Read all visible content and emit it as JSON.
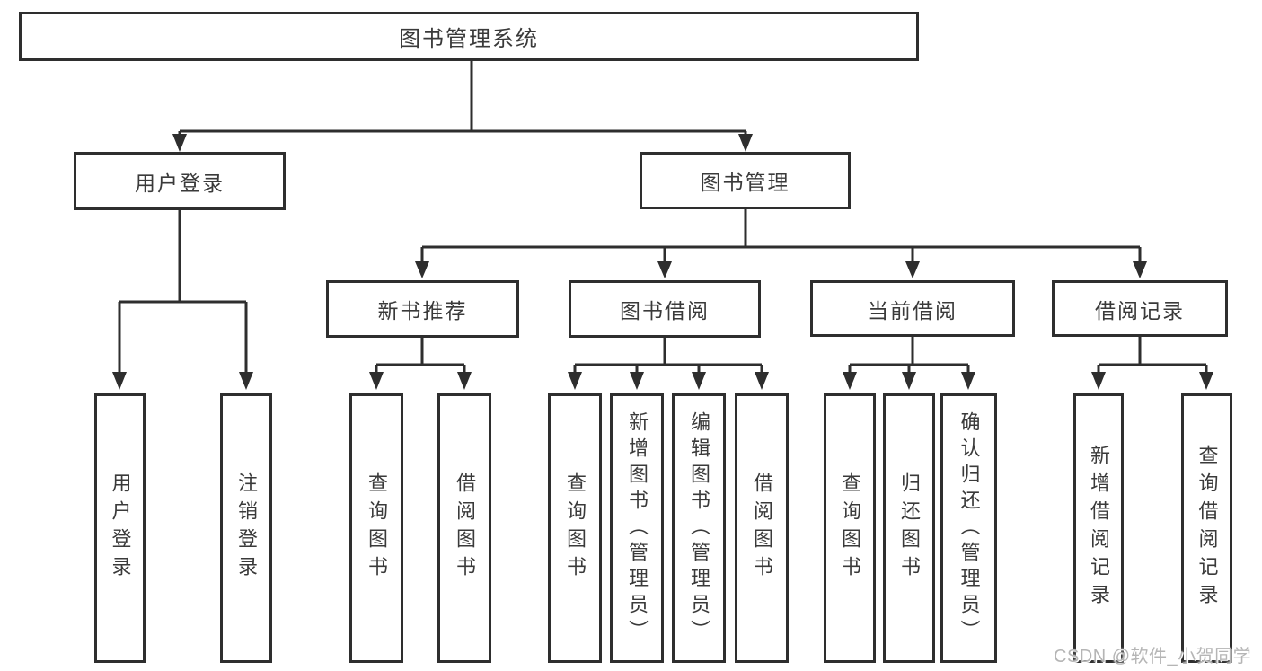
{
  "tree": {
    "root": "图书管理系统",
    "branches": [
      {
        "label": "用户登录",
        "children": [
          "用户登录",
          "注销登录"
        ]
      },
      {
        "label": "图书管理",
        "groups": [
          {
            "label": "新书推荐",
            "children": [
              "查询图书",
              "借阅图书"
            ]
          },
          {
            "label": "图书借阅",
            "children": [
              "查询图书",
              "新增图书（管理员）",
              "编辑图书（管理员）",
              "借阅图书"
            ]
          },
          {
            "label": "当前借阅",
            "children": [
              "查询图书",
              "归还图书",
              "确认归还（管理员）"
            ]
          },
          {
            "label": "借阅记录",
            "children": [
              "新增借阅记录",
              "查询借阅记录"
            ]
          }
        ]
      }
    ]
  },
  "watermark": "CSDN @软件_小贺同学",
  "colors": {
    "line": "#2e2e2e",
    "box_border": "#2e2e2e",
    "box_fill": "#ffffff",
    "text": "#3a3a3a",
    "watermark": "#b5b5b5",
    "background": "#ffffff"
  }
}
